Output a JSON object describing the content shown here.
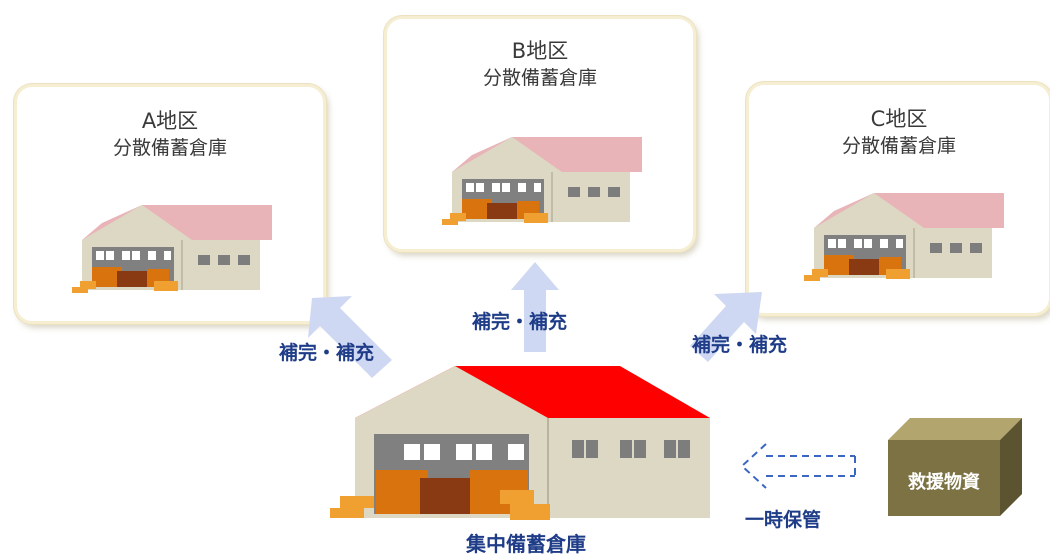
{
  "regions": [
    {
      "id": "a",
      "title": "A地区",
      "subtitle": "分散備蓄倉庫"
    },
    {
      "id": "b",
      "title": "B地区",
      "subtitle": "分散備蓄倉庫"
    },
    {
      "id": "c",
      "title": "C地区",
      "subtitle": "分散備蓄倉庫"
    }
  ],
  "arrows": {
    "left_label": "補完・補充",
    "center_label": "補完・補充",
    "right_label": "補完・補充"
  },
  "central": {
    "label": "集中備蓄倉庫"
  },
  "supplies": {
    "label": "救援物資"
  },
  "storage": {
    "label": "一時保管"
  },
  "colors": {
    "central_roof": "#ff0000",
    "small_roof": "#e8b4b8",
    "warehouse_wall": "#ddd8c4",
    "goods": "#d9730d",
    "arrow": "#cfd8f2",
    "label_text": "#1f3c88",
    "supply_box": "#7d7244"
  },
  "icons": [
    "warehouse-icon",
    "supply-box-icon",
    "dashed-arrow-icon"
  ]
}
